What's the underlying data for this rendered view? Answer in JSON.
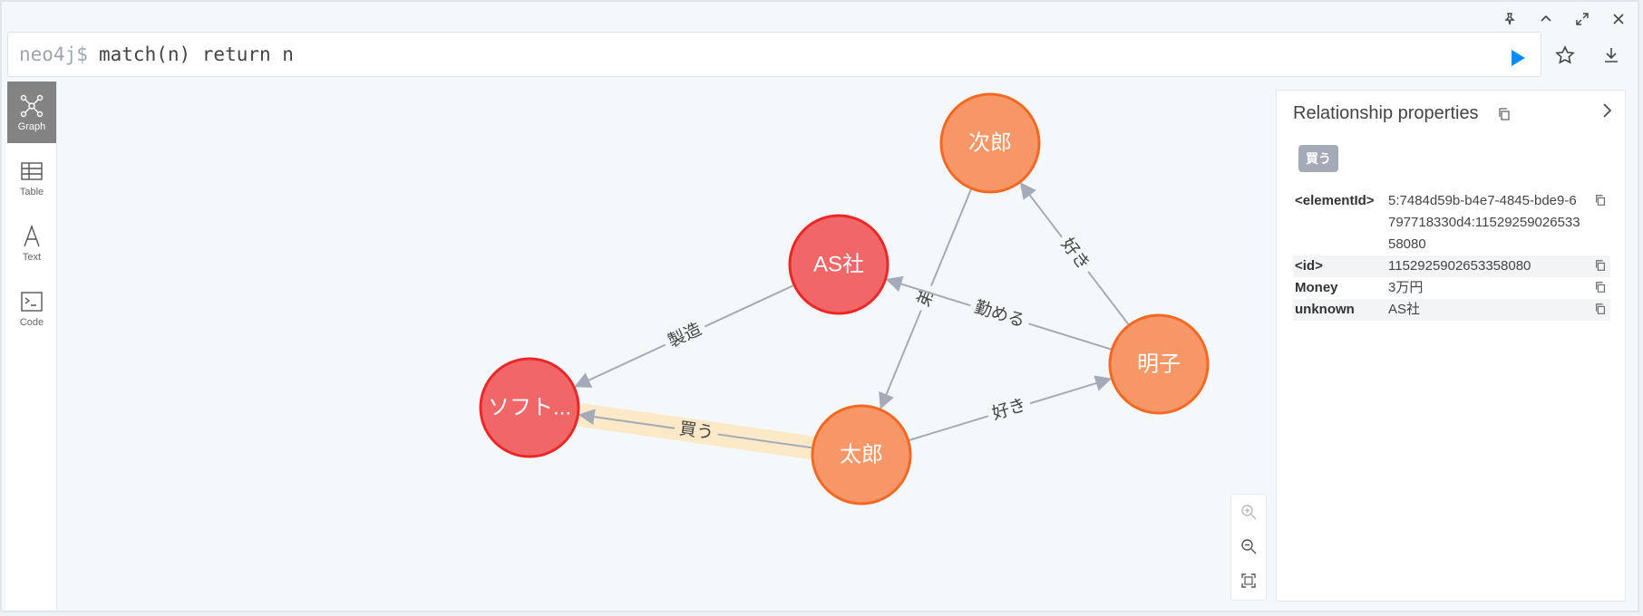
{
  "editor": {
    "prompt": "neo4j$",
    "query": "match(n) return n"
  },
  "sidebar": {
    "tabs": [
      {
        "label": "Graph"
      },
      {
        "label": "Table"
      },
      {
        "label": "Text"
      },
      {
        "label": "Code"
      }
    ]
  },
  "graph": {
    "nodes": [
      {
        "id": "jiro",
        "label": "次郎",
        "type": "person"
      },
      {
        "id": "as",
        "label": "AS社",
        "type": "company"
      },
      {
        "id": "akiko",
        "label": "明子",
        "type": "person"
      },
      {
        "id": "soft",
        "label": "ソフト...",
        "type": "company"
      },
      {
        "id": "taro",
        "label": "太郎",
        "type": "person"
      }
    ],
    "edges": [
      {
        "from": "jiro",
        "to": "taro",
        "label": "弟"
      },
      {
        "from": "akiko",
        "to": "jiro",
        "label": "好き"
      },
      {
        "from": "akiko",
        "to": "as",
        "label": "勤める"
      },
      {
        "from": "as",
        "to": "soft",
        "label": "製造"
      },
      {
        "from": "taro",
        "to": "soft",
        "label": "買う",
        "selected": true
      },
      {
        "from": "taro",
        "to": "akiko",
        "label": "好き"
      }
    ],
    "colors": {
      "person_fill": "#f79767",
      "person_stroke": "#f36924",
      "company_fill": "#f16667",
      "company_stroke": "#eb2728",
      "edge": "#a5abb6",
      "selected_halo": "#fbe9c8"
    }
  },
  "panel": {
    "title": "Relationship properties",
    "badge": "買う",
    "properties": [
      {
        "key": "<elementId>",
        "value": "5:7484d59b-b4e7-4845-bde9-6797718330d4:1152925902653358080"
      },
      {
        "key": "<id>",
        "value": "1152925902653358080"
      },
      {
        "key": "Money",
        "value": "3万円"
      },
      {
        "key": "unknown",
        "value": "AS社"
      }
    ]
  }
}
